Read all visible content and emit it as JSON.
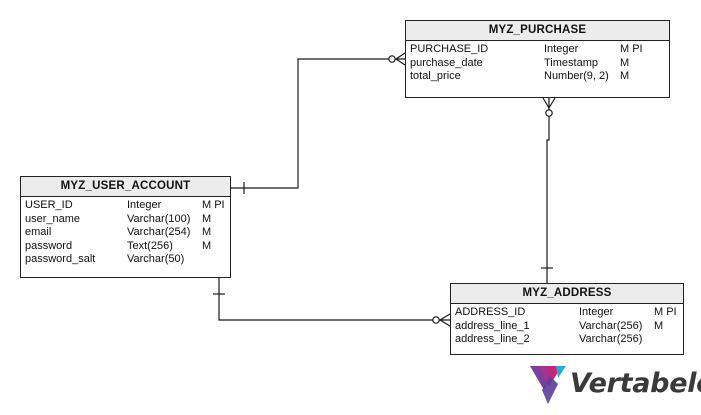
{
  "entities": {
    "purchase": {
      "title": "MYZ_PURCHASE",
      "attributes": [
        {
          "name": "PURCHASE_ID",
          "type": "Integer",
          "flags": "M PI"
        },
        {
          "name": "purchase_date",
          "type": "Timestamp",
          "flags": "M"
        },
        {
          "name": "total_price",
          "type": "Number(9, 2)",
          "flags": "M"
        }
      ]
    },
    "user_account": {
      "title": "MYZ_USER_ACCOUNT",
      "attributes": [
        {
          "name": "USER_ID",
          "type": "Integer",
          "flags": "M PI"
        },
        {
          "name": "user_name",
          "type": "Varchar(100)",
          "flags": "M"
        },
        {
          "name": "email",
          "type": "Varchar(254)",
          "flags": "M"
        },
        {
          "name": "password",
          "type": "Text(256)",
          "flags": "M"
        },
        {
          "name": "password_salt",
          "type": "Varchar(50)",
          "flags": ""
        }
      ]
    },
    "address": {
      "title": "MYZ_ADDRESS",
      "attributes": [
        {
          "name": "ADDRESS_ID",
          "type": "Integer",
          "flags": "M PI"
        },
        {
          "name": "address_line_1",
          "type": "Varchar(256)",
          "flags": "M"
        },
        {
          "name": "address_line_2",
          "type": "Varchar(256)",
          "flags": ""
        }
      ]
    }
  },
  "relationships": [
    {
      "from": "MYZ_USER_ACCOUNT",
      "to": "MYZ_PURCHASE",
      "from_end": "one",
      "to_end": "zero-or-many"
    },
    {
      "from": "MYZ_USER_ACCOUNT",
      "to": "MYZ_ADDRESS",
      "from_end": "one",
      "to_end": "zero-or-many"
    },
    {
      "from": "MYZ_ADDRESS",
      "to": "MYZ_PURCHASE",
      "from_end": "one",
      "to_end": "zero-or-many"
    }
  ],
  "branding": {
    "logo_text": "Vertabelo",
    "logo_colors": [
      "#7b3fa0",
      "#c2267b",
      "#2aa9d6"
    ]
  }
}
